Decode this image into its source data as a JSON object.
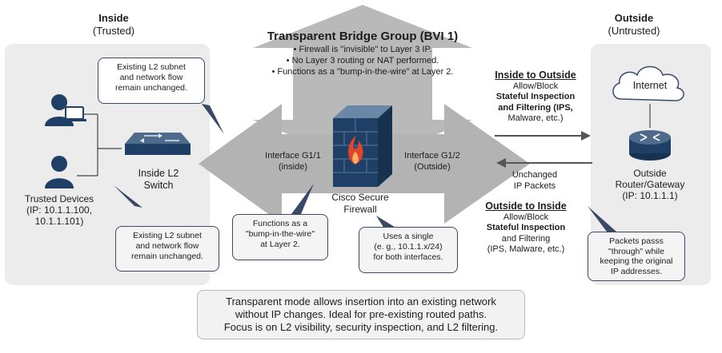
{
  "inside": {
    "title": "Inside",
    "subtitle": "(Trusted)"
  },
  "outside": {
    "title": "Outside",
    "subtitle": "(Untrusted)"
  },
  "bridge": {
    "title": "Transparent Bridge Group (BVI 1)",
    "bullets": [
      "• Firewall is \"invisible\" to Layer 3 IP.",
      "• No Layer 3 routing or NAT performed.",
      "• Functions as a \"bump-in-the-wire\" at Layer 2."
    ]
  },
  "callout_top_left": [
    "Existing L2 subnet",
    "and network flow",
    "remain unchanged."
  ],
  "callout_bottom_left": [
    "Existing L2 subnet",
    "and network flow",
    "remain unchanged."
  ],
  "callout_bump": [
    "Functions as a",
    "\"bump-in-the-wire\"",
    "at Layer 2."
  ],
  "callout_ip": [
    "Uses a single",
    "(e. g., 10.1.1.x/24)",
    "for both interfaces."
  ],
  "callout_pass": [
    "Packets passs",
    "\"through\" while",
    "keeping the original",
    "IP addresses."
  ],
  "devices": {
    "line1": "Trusted Devices",
    "line2": "(IP: 10.1.1.100,",
    "line3": "10.1.1.101)"
  },
  "switch": {
    "line1": "Inside L2",
    "line2": "Switch"
  },
  "iface_inside": {
    "line1": "Interface G1/1",
    "line2": "(inside)"
  },
  "iface_outside": {
    "line1": "Interface G1/2",
    "line2": "(Outside)"
  },
  "firewall": {
    "line1": "Cisco Secure",
    "line2": "Firewall"
  },
  "internet": "Internet",
  "router": {
    "line1": "Outside",
    "line2": "Router/Gateway",
    "line3": "(IP: 10.1.1.1)"
  },
  "inside_to_outside": {
    "title": "Inside to Outside",
    "line1": "Allow/Block",
    "line2": "Stateful Inspection",
    "line3": "and Filtering (IPS,",
    "line4": "Malware, etc.)"
  },
  "unchanged": {
    "line1": "Unchanged",
    "line2": "IP Packets"
  },
  "outside_to_inside": {
    "title": "Outside to Inside",
    "line1": "Allow/Block",
    "line2": "Stateful Inspection",
    "line3": "and Filtering",
    "line4": "(IPS, Malware, etc.)"
  },
  "footer": [
    "Transparent mode allows insertion into an existing network",
    "without IP changes. Ideal for pre-existing routed paths.",
    "Focus is on L2 visibility, security inspection, and L2 filtering."
  ],
  "colors": {
    "arrow": "#b3b3b3",
    "zone": "#ececec",
    "navy": "#1f3f66",
    "flame": "#e0452a",
    "callout_border": "#3a4a66"
  }
}
